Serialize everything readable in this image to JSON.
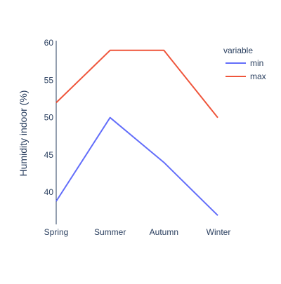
{
  "chart_data": {
    "type": "line",
    "title": "",
    "xlabel": "",
    "ylabel": "Humidity indoor (%)",
    "categories": [
      "Spring",
      "Summer",
      "Autumn",
      "Winter"
    ],
    "ylim": [
      35.7,
      60.3
    ],
    "yticks": [
      40,
      45,
      50,
      55,
      60
    ],
    "grid": false,
    "legend": {
      "title": "variable",
      "position": "top-right"
    },
    "series": [
      {
        "name": "min",
        "color": "#636efa",
        "values": [
          38.8,
          50,
          44,
          36.9
        ]
      },
      {
        "name": "max",
        "color": "#ef553b",
        "values": [
          52,
          59,
          59,
          50
        ]
      }
    ]
  }
}
